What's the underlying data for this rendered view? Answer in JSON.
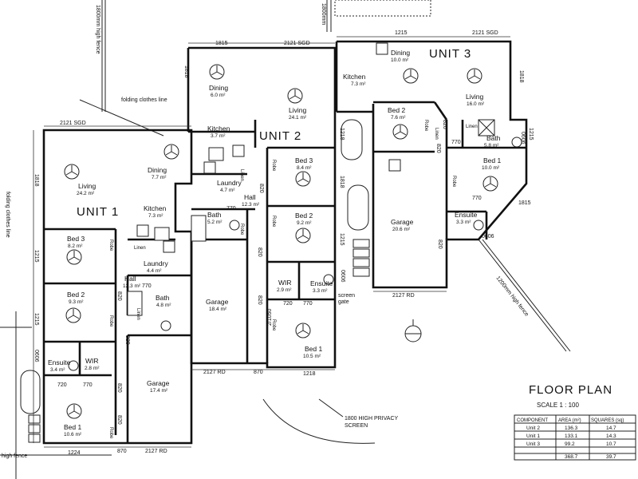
{
  "units": {
    "unit1": "UNIT 1",
    "unit2": "UNIT 2",
    "unit3": "UNIT 3"
  },
  "rooms": {
    "u1_living": {
      "name": "Living",
      "area": "24.2 m²"
    },
    "u1_dining": {
      "name": "Dining",
      "area": "7.7 m²"
    },
    "u1_kitchen": {
      "name": "Kitchen",
      "area": "7.3 m²"
    },
    "u1_bed3": {
      "name": "Bed 3",
      "area": "8.2 m²"
    },
    "u1_bed2": {
      "name": "Bed 2",
      "area": "9.3 m²"
    },
    "u1_bed1": {
      "name": "Bed 1",
      "area": "10.6 m²"
    },
    "u1_laundry": {
      "name": "Laundry",
      "area": "4.4 m²"
    },
    "u1_hall": {
      "name": "Hall",
      "area": "12.3 m²"
    },
    "u1_bath": {
      "name": "Bath",
      "area": "4.8 m²"
    },
    "u1_ensuite": {
      "name": "Ensuite",
      "area": "3.4 m²"
    },
    "u1_wir": {
      "name": "WIR",
      "area": "2.8 m²"
    },
    "u1_garage": {
      "name": "Garage",
      "area": "17.4 m²"
    },
    "u2_dining": {
      "name": "Dining",
      "area": "6.0 m²"
    },
    "u2_living": {
      "name": "Living",
      "area": "24.1 m²"
    },
    "u2_kitchen": {
      "name": "Kitchen",
      "area": "3.7 m²"
    },
    "u2_laundry": {
      "name": "Laundry",
      "area": "4.7 m²"
    },
    "u2_hall": {
      "name": "Hall",
      "area": "12.3 m²"
    },
    "u2_bath": {
      "name": "Bath",
      "area": "5.2 m²"
    },
    "u2_bed3": {
      "name": "Bed 3",
      "area": "8.4 m²"
    },
    "u2_bed2": {
      "name": "Bed 2",
      "area": "9.2 m²"
    },
    "u2_wir": {
      "name": "WIR",
      "area": "2.9 m²"
    },
    "u2_ensuite": {
      "name": "Ensuite",
      "area": "3.3 m²"
    },
    "u2_bed1": {
      "name": "Bed 1",
      "area": "10.5 m²"
    },
    "u2_garage": {
      "name": "Garage",
      "area": "18.4 m²"
    },
    "u3_dining": {
      "name": "Dining",
      "area": "10.0 m²"
    },
    "u3_kitchen": {
      "name": "Kitchen",
      "area": "7.3 m²"
    },
    "u3_living": {
      "name": "Living",
      "area": "16.0 m²"
    },
    "u3_bed2": {
      "name": "Bed 2",
      "area": "7.6 m²"
    },
    "u3_bath": {
      "name": "Bath",
      "area": "5.8 m²"
    },
    "u3_bed1": {
      "name": "Bed 1",
      "area": "10.0 m²"
    },
    "u3_ensuite": {
      "name": "Ensuite",
      "area": "3.3 m²"
    },
    "u3_garage": {
      "name": "Garage",
      "area": "20.6 m²"
    }
  },
  "fixture_labels": {
    "robe": "Robe",
    "linen": "Linen"
  },
  "dimensions": {
    "u1_sgd": "2121 SGD",
    "u2_top": "1815",
    "u2_sgd": "2121 SGD",
    "u3_top": "1215",
    "u3_sgd": "2121 SGD",
    "u2_side": "1818",
    "u3_side": "1818",
    "u1_side": "1818",
    "u1_side2": "1215",
    "u1_side3": "1215",
    "u2_mid": "1218",
    "u2_mid2": "1818",
    "u2_mid3": "1215",
    "u3_win": "1815",
    "u3_bath": "1215",
    "u1_bot": "1224",
    "u1_bot2": "870",
    "u1_bot_rd": "2127 RD",
    "u2_bot_rd": "2127 RD",
    "u2_bot2": "870",
    "u2_bot3": "1218",
    "u3_bot_rd": "2127 RD",
    "d770a": "770",
    "d770b": "770",
    "d720a": "720",
    "d720b": "720",
    "d770c": "770",
    "d770d": "770",
    "d770e": "770",
    "d770f": "770",
    "d820a": "820",
    "d820b": "820",
    "d820c": "820",
    "d820d": "820",
    "d820e": "820",
    "d820f": "820",
    "d820g": "820",
    "d820h": "820",
    "d820i": "820",
    "d820j": "820",
    "d2d1050": "2/1050",
    "d0606a": "0606",
    "d0606b": "0606",
    "d0606c": "0606",
    "d0606d": "0606"
  },
  "notes": {
    "fence_top": "1800mm high fence",
    "fence_top2": "1800mm",
    "clothes_line_top": "folding clothes line",
    "clothes_line_left": "folding clothes line",
    "privacy": "1800 HIGH PRIVACY",
    "privacy2": "SCREEN",
    "fence_right": "1200mm high fence",
    "screen_gate": "screen",
    "screen_gate2": "gate",
    "fence_bottom": "high fence"
  },
  "title_block": {
    "title": "FLOOR PLAN",
    "scale": "SCALE  1 : 100",
    "headers": [
      "COMPONENT",
      "AREA (m²)",
      "SQUARES (sq)"
    ],
    "rows": [
      [
        "Unit 2",
        "136.3",
        "14.7"
      ],
      [
        "Unit 1",
        "133.1",
        "14.3"
      ],
      [
        "Unit 3",
        "99.2",
        "10.7"
      ]
    ],
    "total": [
      "",
      "368.7",
      "39.7"
    ]
  }
}
